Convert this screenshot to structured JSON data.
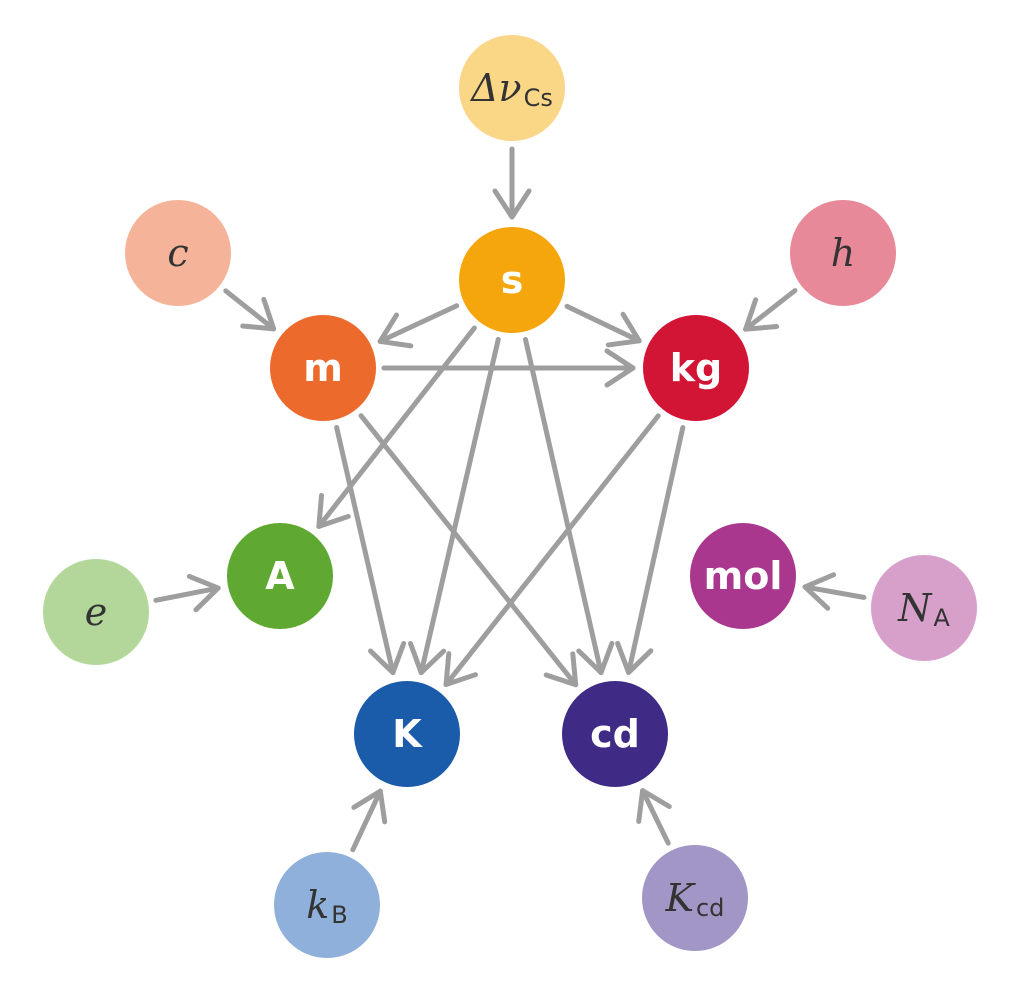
{
  "nodes": {
    "dnu": {
      "main": "Δν",
      "sub": "Cs",
      "kind": "constant",
      "color": "#FAD687"
    },
    "c": {
      "main": "c",
      "sub": "",
      "kind": "constant",
      "color": "#F5B49A"
    },
    "h": {
      "main": "h",
      "sub": "",
      "kind": "constant",
      "color": "#E8899A"
    },
    "e": {
      "main": "e",
      "sub": "",
      "kind": "constant",
      "color": "#B3D79B"
    },
    "NA": {
      "main": "N",
      "sub": "A",
      "kind": "constant",
      "color": "#D6A0CA"
    },
    "kB": {
      "main": "k",
      "sub": "B",
      "kind": "constant",
      "color": "#8FB0DA"
    },
    "Kcd": {
      "main": "K",
      "sub": "cd",
      "kind": "constant",
      "color": "#A196C6"
    },
    "s": {
      "main": "s",
      "sub": "",
      "kind": "unit",
      "color": "#F5A60D"
    },
    "m": {
      "main": "m",
      "sub": "",
      "kind": "unit",
      "color": "#EC6A2C"
    },
    "kg": {
      "main": "kg",
      "sub": "",
      "kind": "unit",
      "color": "#D31535"
    },
    "A": {
      "main": "A",
      "sub": "",
      "kind": "unit",
      "color": "#5FA831"
    },
    "mol": {
      "main": "mol",
      "sub": "",
      "kind": "unit",
      "color": "#A9378E"
    },
    "K": {
      "main": "K",
      "sub": "",
      "kind": "unit",
      "color": "#1A5CA9"
    },
    "cd": {
      "main": "cd",
      "sub": "",
      "kind": "unit",
      "color": "#3F2A85"
    }
  },
  "edges": [
    [
      "dnu",
      "s"
    ],
    [
      "c",
      "m"
    ],
    [
      "h",
      "kg"
    ],
    [
      "e",
      "A"
    ],
    [
      "NA",
      "mol"
    ],
    [
      "kB",
      "K"
    ],
    [
      "Kcd",
      "cd"
    ],
    [
      "s",
      "m"
    ],
    [
      "s",
      "kg"
    ],
    [
      "m",
      "kg"
    ],
    [
      "s",
      "A"
    ],
    [
      "s",
      "K"
    ],
    [
      "s",
      "cd"
    ],
    [
      "m",
      "K"
    ],
    [
      "m",
      "cd"
    ],
    [
      "kg",
      "K"
    ],
    [
      "kg",
      "cd"
    ]
  ],
  "colors": {
    "edge": "#9E9E9E",
    "unit_text": "#FFFFFF",
    "constant_text": "#333333"
  }
}
